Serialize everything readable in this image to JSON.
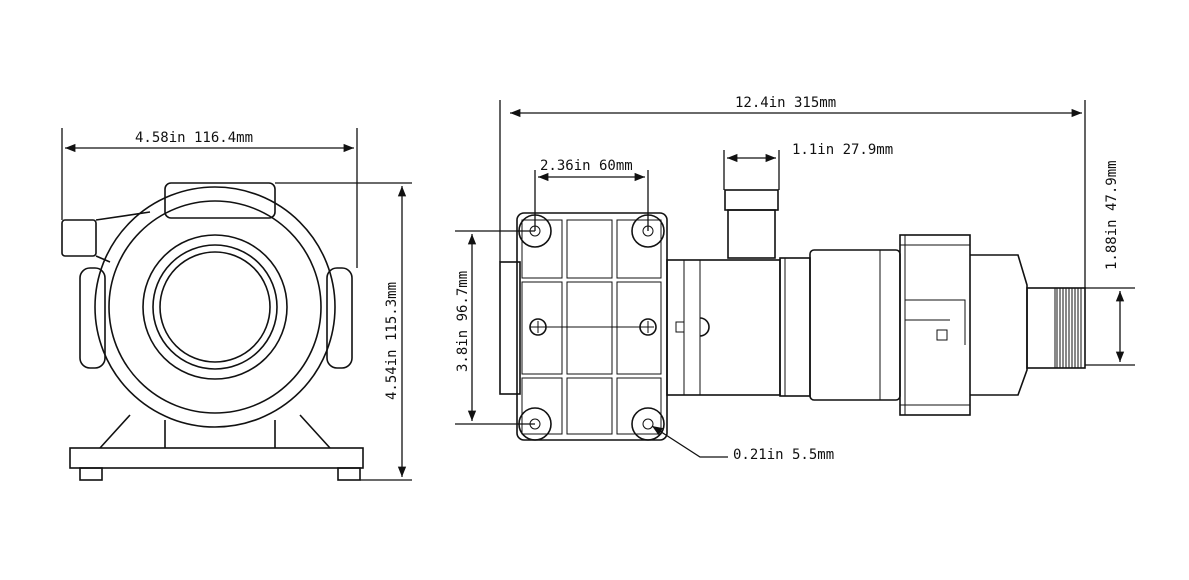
{
  "title": "Pump dimension drawing",
  "dimensions": {
    "front_width": "4.58in 116.4mm",
    "front_height": "4.54in 115.3mm",
    "overall_length": "12.4in 315mm",
    "outlet_diameter": "1.1in 27.9mm",
    "mount_hole_spacing_horizontal": "2.36in 60mm",
    "mount_hole_spacing_vertical": "3.8in 96.7mm",
    "inlet_thread_diameter": "1.88in 47.9mm",
    "mount_hole_diameter": "0.21in 5.5mm"
  },
  "colors": {
    "line": "#111111",
    "background": "#ffffff"
  }
}
